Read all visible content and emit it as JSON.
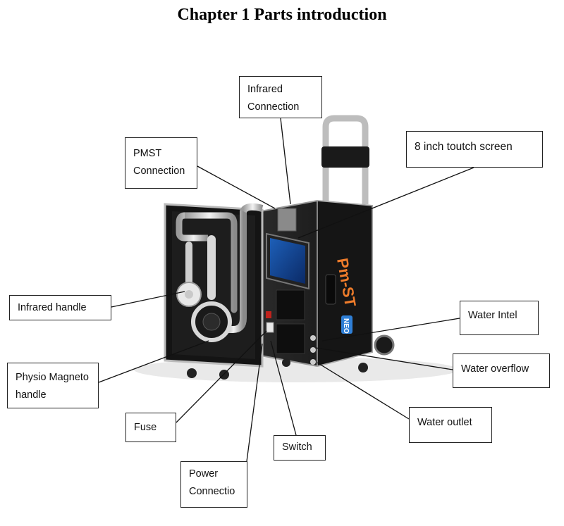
{
  "title": "Chapter 1 Parts introduction",
  "product_logo": "Pm-ST",
  "product_badge": "NEO",
  "labels": {
    "infrared_connection": [
      "Infrared",
      "Connection"
    ],
    "pmst_connection": [
      "PMST",
      "Connection"
    ],
    "touch_screen": [
      "8 inch toutch screen"
    ],
    "infrared_handle": [
      "Infrared handle"
    ],
    "water_intel": [
      "Water Intel"
    ],
    "physio_magneto_handle": [
      "Physio Magneto",
      "handle"
    ],
    "water_overflow": [
      "Water overflow"
    ],
    "water_outlet": [
      "Water outlet"
    ],
    "fuse": [
      "Fuse"
    ],
    "switch": [
      "Switch"
    ],
    "power_connection": [
      "Power",
      "Connectio"
    ]
  }
}
